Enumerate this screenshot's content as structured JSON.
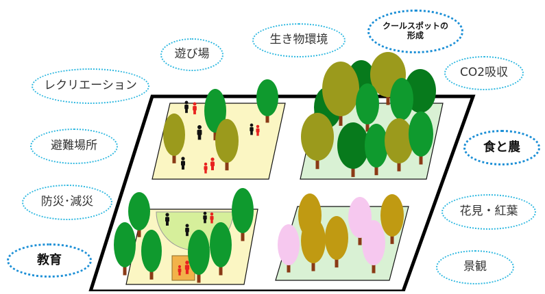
{
  "labels": {
    "asobiba": "遊び場",
    "ikimono": "生き物環境",
    "cool_spot": "クールスポットの形成",
    "co2": "CO2吸収",
    "recreation": "レクリエーション",
    "hinan": "避難場所",
    "bousai": "防災･減災",
    "kyouiku": "教育",
    "shoku": "食と農",
    "hanami": "花見・紅葉",
    "keikan": "景観"
  },
  "colors": {
    "bubble_border": "#2fb8e0",
    "bubble_border_strong": "#1c8fd6",
    "plot_yellow": "#fbf6c3",
    "plot_green": "#d9f1d4",
    "park_circle": "#d6ef9b",
    "tree_green": "#0f9a2e",
    "tree_dark": "#077a1c",
    "tree_olive": "#9b9a1c",
    "tree_ochre": "#c09a12",
    "tree_pink": "#f6c8ef",
    "trunk": "#8a3a16",
    "person_black": "#111111",
    "person_red": "#e8231f"
  }
}
